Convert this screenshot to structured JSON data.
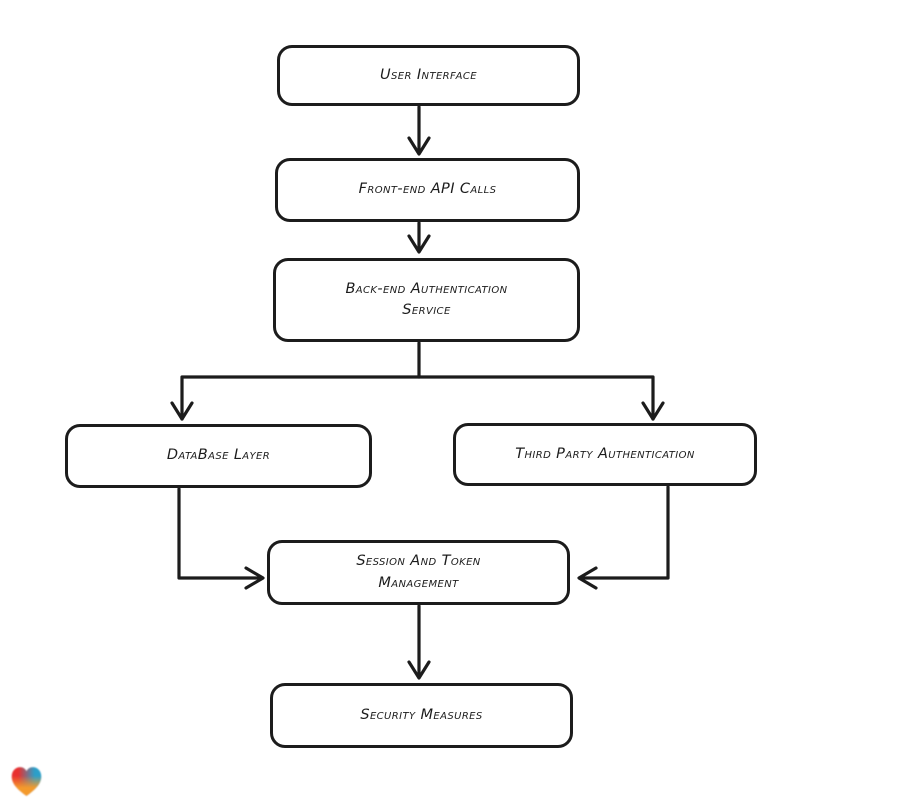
{
  "diagram": {
    "background": "#ffffff",
    "stroke_color": "#1c1c1c",
    "node_fill": "#ffffff",
    "nodes": [
      {
        "id": "user-interface",
        "label": "User Interface"
      },
      {
        "id": "front-end-api-calls",
        "label": "Front-end API Calls"
      },
      {
        "id": "back-end-authentication-service",
        "label": "Back-end Authentication\nService"
      },
      {
        "id": "database-layer",
        "label": "DataBase Layer"
      },
      {
        "id": "third-party-authentication",
        "label": "Third Party Authentication"
      },
      {
        "id": "session-and-token-management",
        "label": "Session And Token\nManagement"
      },
      {
        "id": "security-measures",
        "label": "Security Measures"
      }
    ],
    "edges": [
      {
        "from": "user-interface",
        "to": "front-end-api-calls"
      },
      {
        "from": "front-end-api-calls",
        "to": "back-end-authentication-service"
      },
      {
        "from": "back-end-authentication-service",
        "to": "database-layer"
      },
      {
        "from": "back-end-authentication-service",
        "to": "third-party-authentication"
      },
      {
        "from": "database-layer",
        "to": "session-and-token-management"
      },
      {
        "from": "third-party-authentication",
        "to": "session-and-token-management"
      },
      {
        "from": "session-and-token-management",
        "to": "security-measures"
      }
    ]
  },
  "logo": {
    "name": "eraser-heart-logo",
    "colors": {
      "red": "#e83030",
      "blue": "#2b9fc9",
      "orange": "#f49a2c"
    }
  }
}
